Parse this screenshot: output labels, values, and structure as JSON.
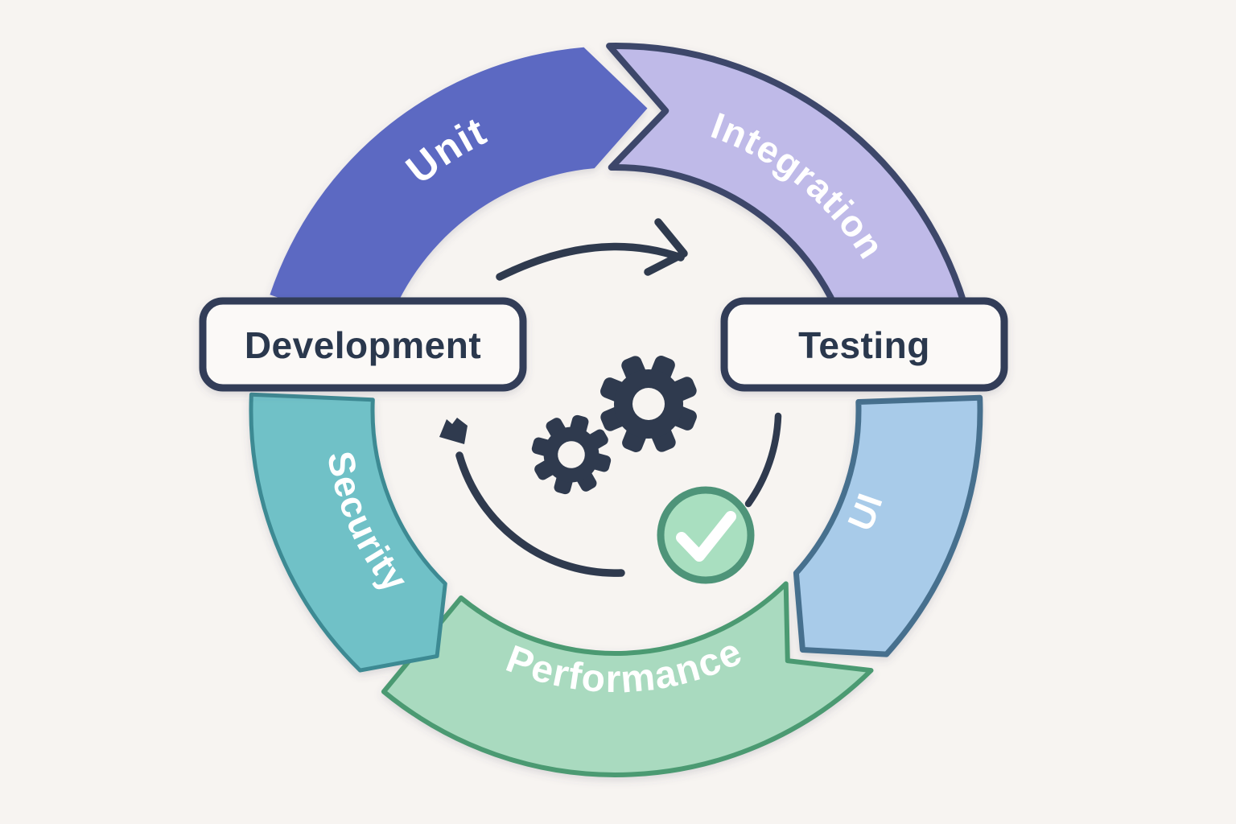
{
  "diagram": {
    "background": "#F7F4F1",
    "ink": "#2F3A4E",
    "label_color": "#FFFFFF",
    "boxes": [
      {
        "name": "development",
        "label": "Development",
        "fill": "#FBF9F7",
        "border": "#333E59",
        "text_color": "#2B374E"
      },
      {
        "name": "testing",
        "label": "Testing",
        "fill": "#FBF9F7",
        "border": "#333E59",
        "text_color": "#2B374E"
      }
    ],
    "segments": [
      {
        "name": "unit",
        "label": "Unit",
        "fill": "#5B69C2",
        "stroke": null,
        "sw": null,
        "geom": {
          "a1": -161.5,
          "a2": -95,
          "v1": null,
          "v2": 11,
          "label": {
            "from": -155,
            "to": -91,
            "sweep": 1,
            "r": 370
          }
        }
      },
      {
        "name": "integration",
        "label": "Integration",
        "fill": "#BFBAE8",
        "stroke": "#3D476B",
        "sw": "8",
        "geom": {
          "a1": -91,
          "a2": -14.5,
          "v1": 10.5,
          "v2": null,
          "label": {
            "from": -85,
            "to": -17,
            "sweep": 1,
            "r": 360
          }
        }
      },
      {
        "name": "ui",
        "label": "UI",
        "fill": "#A8CBE9",
        "stroke": "#47708E",
        "sw": "7",
        "geom": {
          "a1": -2,
          "a2": 42,
          "v1": null,
          "v2": 10,
          "label": {
            "from": 38,
            "to": 6,
            "sweep": 0,
            "r": 350
          }
        }
      },
      {
        "name": "performance",
        "label": "Performance",
        "fill": "#A9DABF",
        "stroke": "#4C9A72",
        "sw": "6",
        "geom": {
          "a1": 45.5,
          "a2": 129.5,
          "v1": 10,
          "v2": null,
          "label": {
            "from": 126,
            "to": 50,
            "sweep": 0,
            "r": 350
          }
        }
      },
      {
        "name": "security",
        "label": "Security",
        "fill": "#6FC1C7",
        "stroke": "#3E8A93",
        "sw": "5",
        "geom": {
          "a1": 134.5,
          "a2": 182.5,
          "v1": -8.5,
          "v2": null,
          "label": {
            "from": 177,
            "to": 135,
            "sweep": 0,
            "r": 362
          }
        }
      }
    ],
    "icons": [
      {
        "name": "gear-icon",
        "color": "#2F3A4E"
      },
      {
        "name": "gear-icon-small",
        "color": "#2F3A4E"
      },
      {
        "name": "check-circle-icon",
        "fill": "#A9DFC0",
        "ring": "#4E9479",
        "check": "#FFFFFF"
      },
      {
        "name": "arrow-clockwise-top-icon",
        "color": "#2F3A4E"
      },
      {
        "name": "arrow-curved-bottom-icon",
        "color": "#2F3A4E"
      },
      {
        "name": "arc-right-connector",
        "color": "#2F3A4E"
      }
    ]
  }
}
